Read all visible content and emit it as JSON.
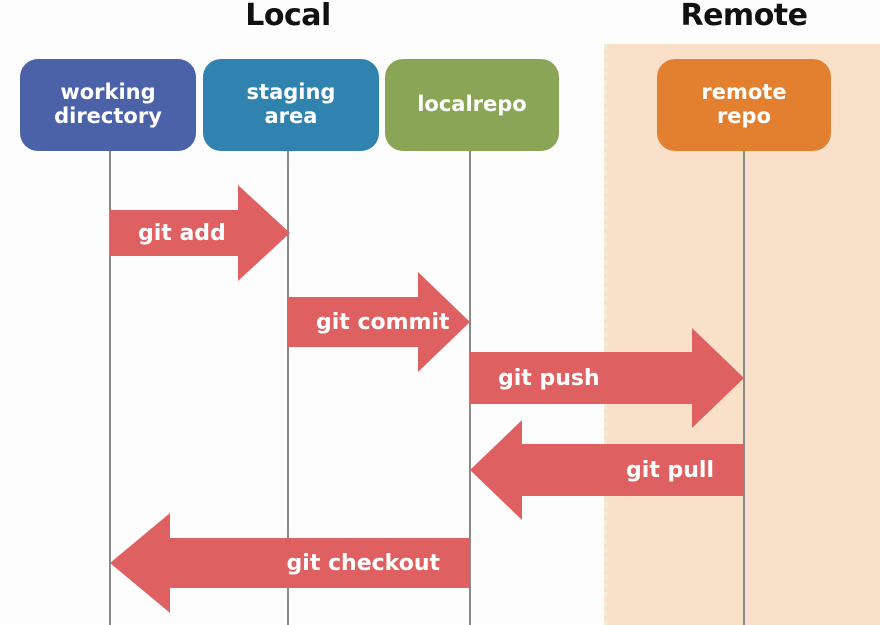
{
  "diagram": {
    "title_local": "Local",
    "title_remote": "Remote",
    "colors": {
      "working_directory": "#4c62a8",
      "staging_area": "#2f83ae",
      "localrepo": "#8aa556",
      "remote_repo": "#e3802f",
      "arrow": "#de6060",
      "remote_region_background": "#f9e0c8",
      "lifeline": "#8a8a8a",
      "page_background": "#fdfdfd"
    },
    "nodes": [
      {
        "id": "working-directory",
        "label": "working\ndirectory"
      },
      {
        "id": "staging-area",
        "label": "staging\narea"
      },
      {
        "id": "localrepo",
        "label": "localrepo"
      },
      {
        "id": "remote-repo",
        "label": "remote\nrepo"
      }
    ],
    "arrows": [
      {
        "id": "git-add",
        "label": "git add",
        "from": "working-directory",
        "to": "staging-area",
        "direction": "right"
      },
      {
        "id": "git-commit",
        "label": "git commit",
        "from": "staging-area",
        "to": "localrepo",
        "direction": "right"
      },
      {
        "id": "git-push",
        "label": "git push",
        "from": "localrepo",
        "to": "remote-repo",
        "direction": "right"
      },
      {
        "id": "git-pull",
        "label": "git pull",
        "from": "remote-repo",
        "to": "localrepo",
        "direction": "left"
      },
      {
        "id": "git-checkout",
        "label": "git checkout",
        "from": "localrepo",
        "to": "working-directory",
        "direction": "left"
      }
    ]
  }
}
